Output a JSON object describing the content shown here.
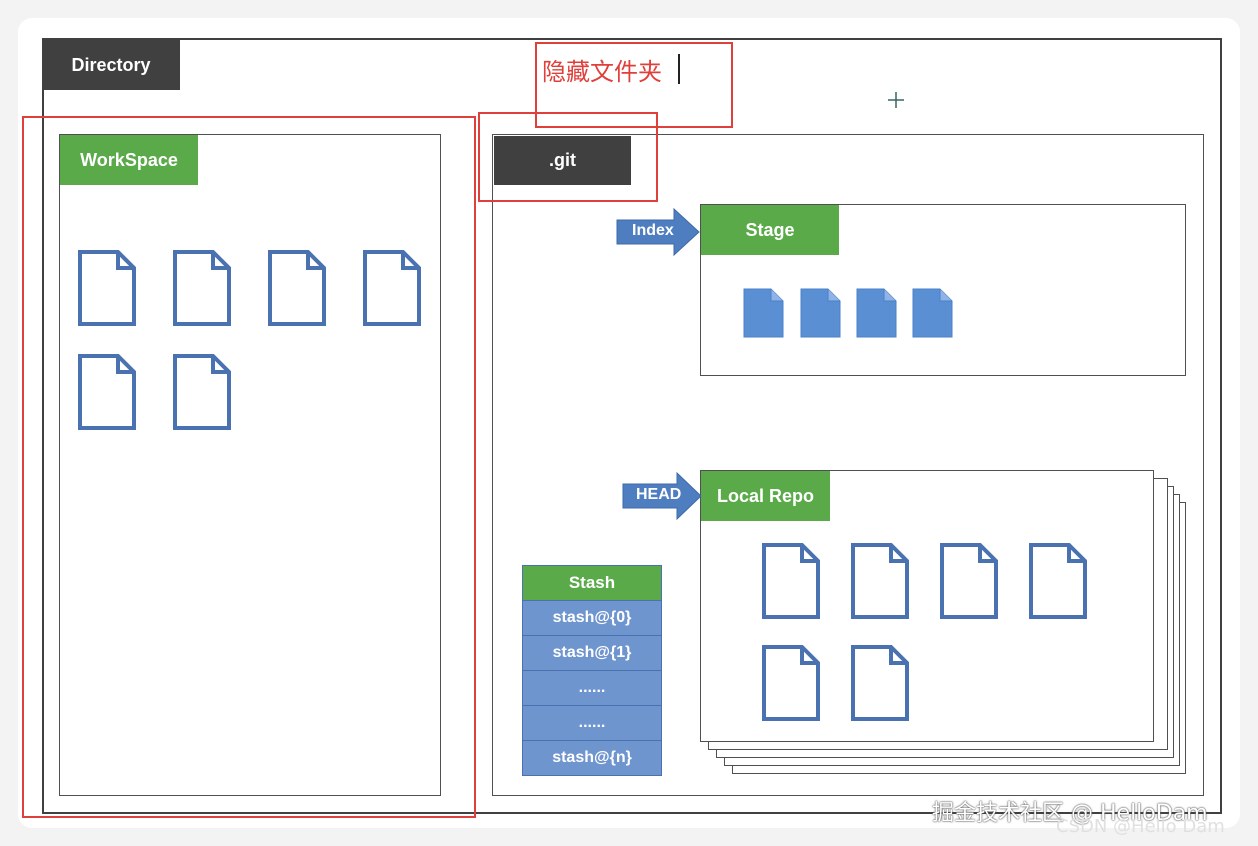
{
  "directory_label": "Directory",
  "hidden_folder_label": "隐藏文件夹",
  "workspace_label": "WorkSpace",
  "git_label": ".git",
  "index_label": "Index",
  "stage_label": "Stage",
  "head_label": "HEAD",
  "local_repo_label": "Local Repo",
  "stash": {
    "header": "Stash",
    "items": [
      "stash@{0}",
      "stash@{1}",
      "......",
      "......",
      "stash@{n}"
    ]
  },
  "watermark": "掘金技术社区 @ HelloDam",
  "watermark_sub": "CSDN @Hello Dam",
  "colors": {
    "green_tag": "#5aaa4a",
    "dark_tag": "#404040",
    "highlight_red": "#e0403c",
    "file_blue": "#4a72b0",
    "stash_blue": "#6f95cf"
  }
}
